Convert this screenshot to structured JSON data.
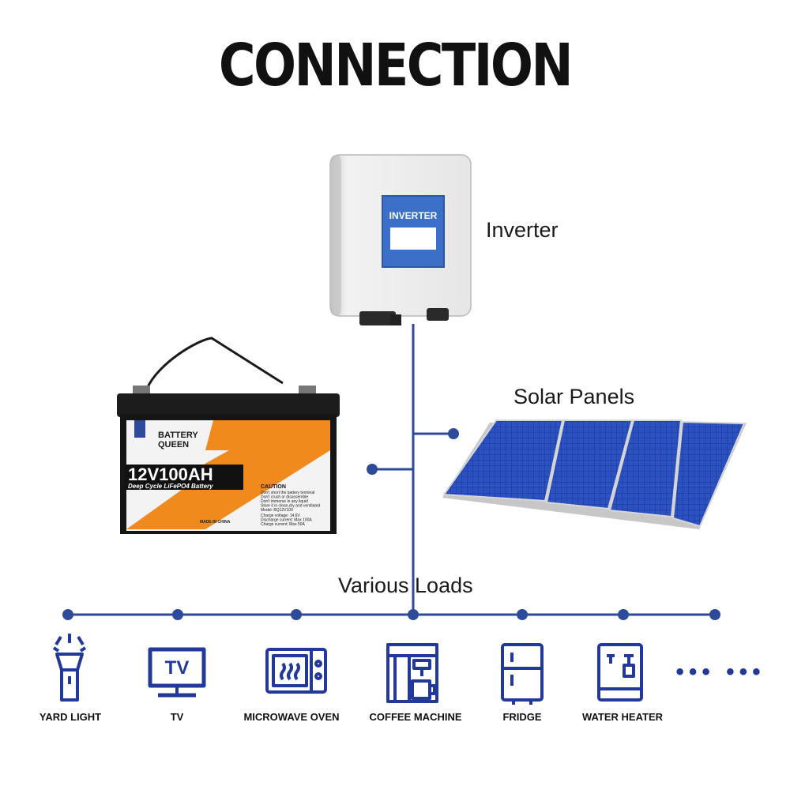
{
  "title": "CONNECTION",
  "inverter": {
    "label": "Inverter",
    "screen_text": "INVERTER"
  },
  "solar": {
    "label": "Solar Panels"
  },
  "battery": {
    "brand_line1": "BATTERY",
    "brand_line2": "QUEEN",
    "model": "12V100AH",
    "subtitle": "Deep Cycle LiFePO4 Battery",
    "caution_title": "CAUTION",
    "caution_lines": [
      "Don't short the battery terminal",
      "Don't crush or disassemble",
      "Don't immerse in any liquid",
      "Store it in clean,dry and ventilated",
      "Model: BQ12V100"
    ],
    "spec_lines": [
      "Charge voltage: 14.6V",
      "Discharge current: Max 100A",
      "Charge current: Max 50A"
    ],
    "made_in": "MADE IN CHINA"
  },
  "loads": {
    "label": "Various Loads",
    "items": [
      {
        "name": "YARD LIGHT",
        "icon": "yard-light-icon"
      },
      {
        "name": "TV",
        "icon": "tv-icon",
        "icon_text": "TV"
      },
      {
        "name": "MICROWAVE OVEN",
        "icon": "microwave-icon"
      },
      {
        "name": "COFFEE MACHINE",
        "icon": "coffee-machine-icon"
      },
      {
        "name": "FRIDGE",
        "icon": "fridge-icon"
      },
      {
        "name": "WATER HEATER",
        "icon": "water-heater-icon"
      }
    ],
    "more": "••• •••"
  },
  "colors": {
    "line": "#2e4a9b",
    "icon": "#23399a",
    "battery_orange": "#f08a1c",
    "panel_blue": "#1f3fa8",
    "inverter_blue": "#3b6fc8"
  }
}
